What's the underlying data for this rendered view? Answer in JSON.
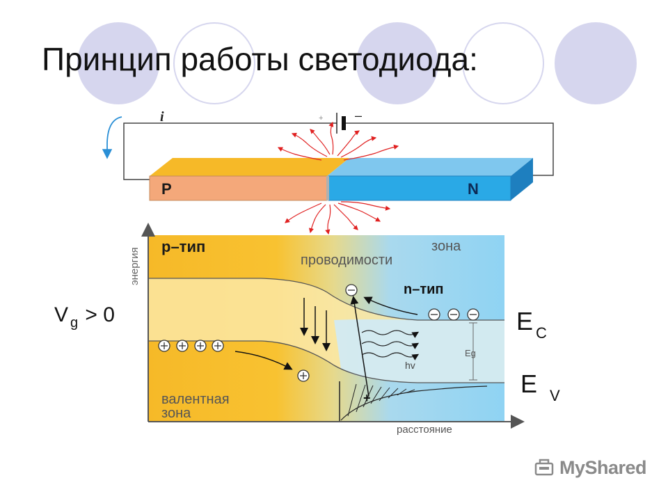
{
  "slide": {
    "title": "Принцип работы светодиода:"
  },
  "circuit": {
    "current_label": "i",
    "battery_plus": "+",
    "battery_minus": "–",
    "p_label": "P",
    "n_label": "N"
  },
  "band_diagram": {
    "y_axis_label": "энергия",
    "x_axis_label": "расстояние",
    "p_type_label": "р–тип",
    "n_type_label": "n–тип",
    "conduction_zone_label": [
      "зона",
      "проводимости"
    ],
    "valence_zone_label": [
      "валентная",
      "зона"
    ],
    "voltage_label": "V",
    "voltage_sub": "g",
    "voltage_rest": " > 0",
    "ec_label": "E",
    "ec_sub": "C",
    "ev_label": "E",
    "ev_sub": "V",
    "eg_label": "Eg",
    "photon_label": "hv"
  },
  "watermark": {
    "text": "MyShared"
  },
  "colors": {
    "p_region": "#f6b928",
    "n_region": "#8fd3f3",
    "p_block": "#f4a87a",
    "n_block": "#2aa9e6",
    "deco_circle": "#d6d6ee",
    "emission": "#e02020"
  }
}
